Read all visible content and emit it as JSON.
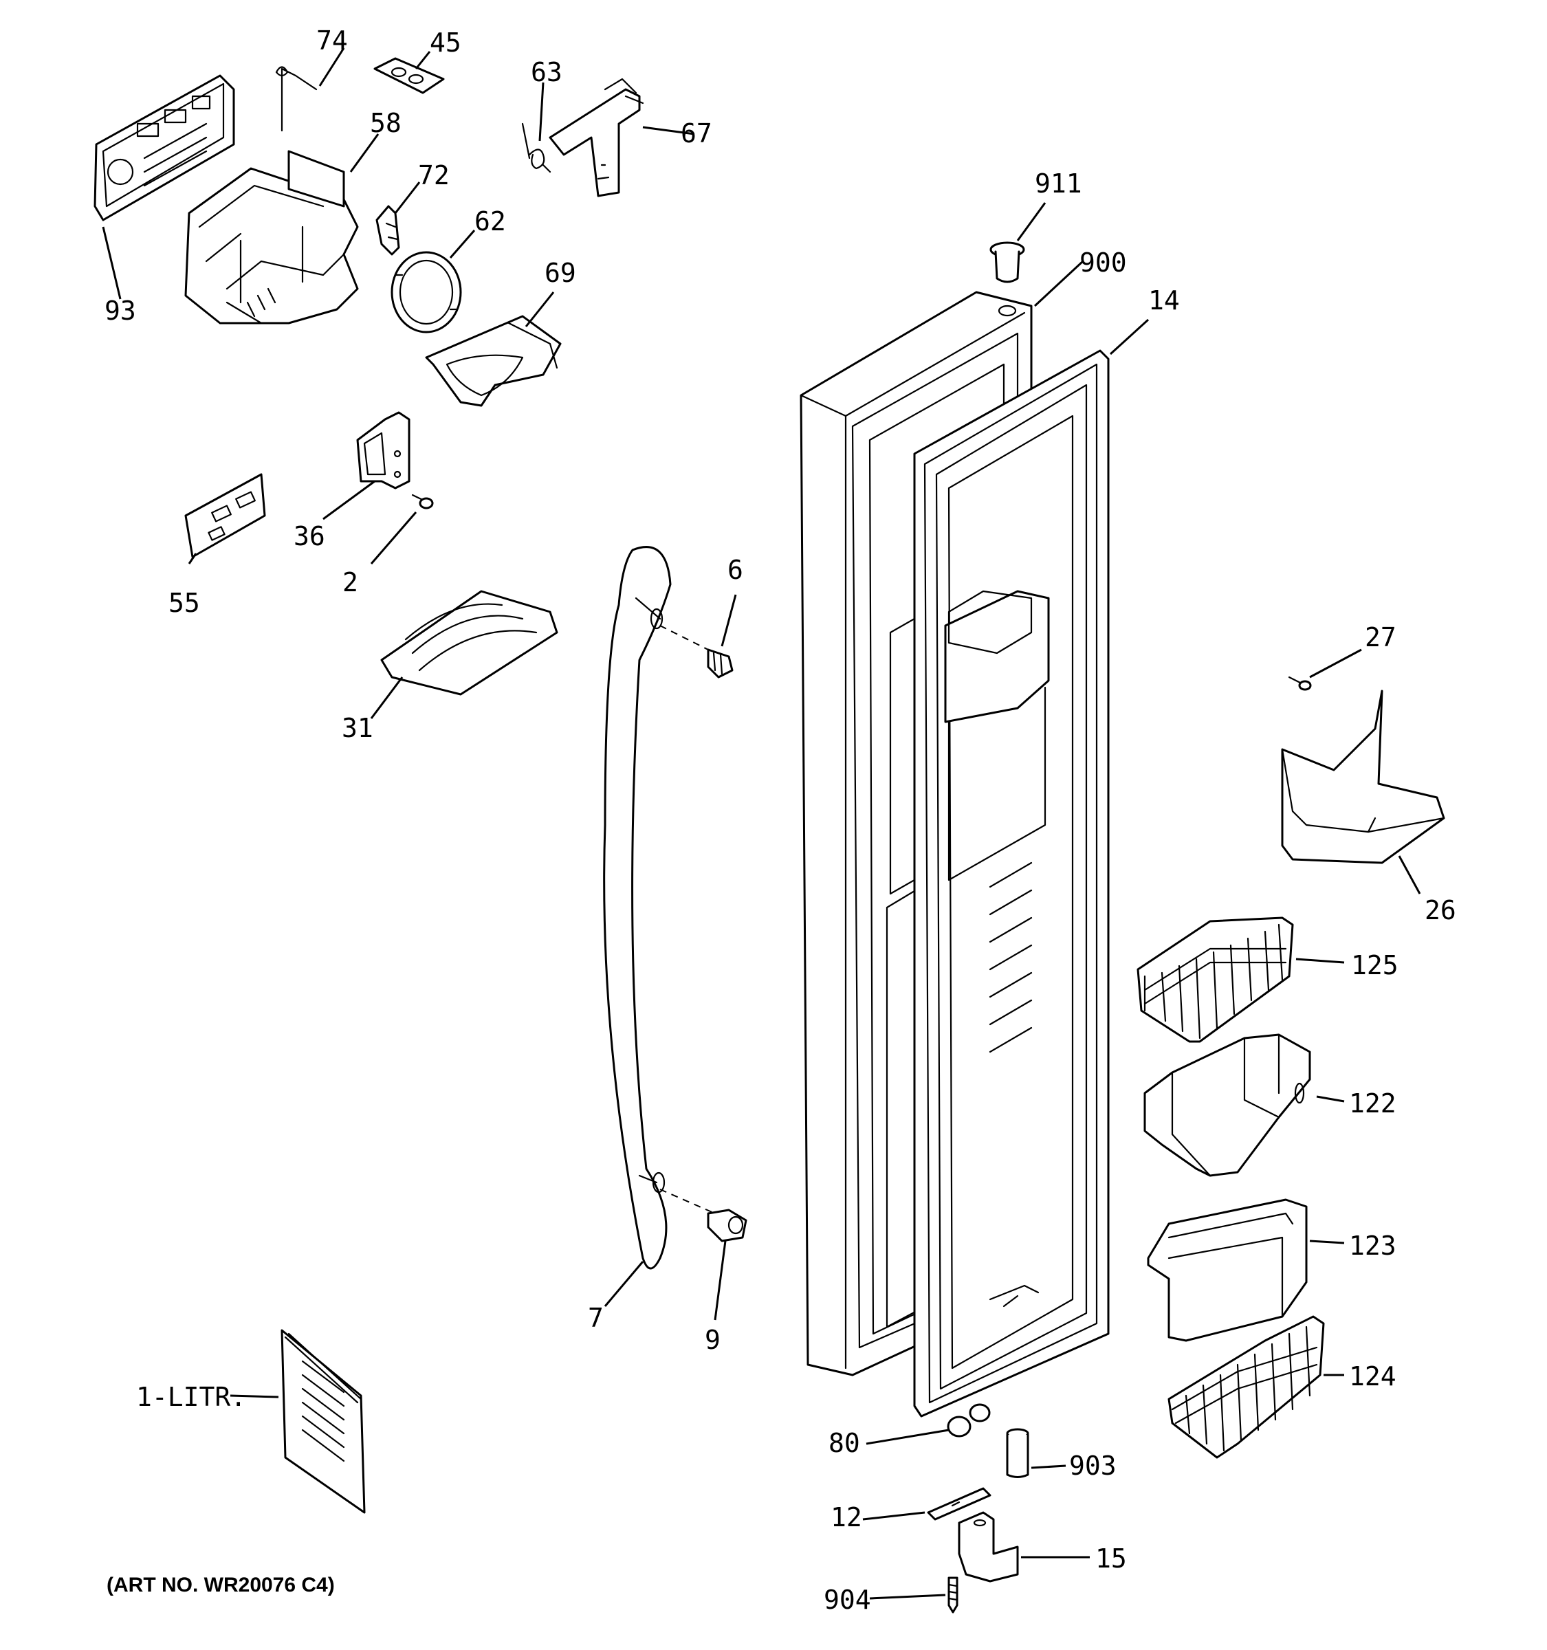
{
  "parts": [
    {
      "key": "p74",
      "label": "74"
    },
    {
      "key": "p45",
      "label": "45"
    },
    {
      "key": "p63",
      "label": "63"
    },
    {
      "key": "p67",
      "label": "67"
    },
    {
      "key": "p58",
      "label": "58"
    },
    {
      "key": "p72",
      "label": "72"
    },
    {
      "key": "p62",
      "label": "62"
    },
    {
      "key": "p69",
      "label": "69"
    },
    {
      "key": "p93",
      "label": "93"
    },
    {
      "key": "p911",
      "label": "911"
    },
    {
      "key": "p900",
      "label": "900"
    },
    {
      "key": "p14",
      "label": "14"
    },
    {
      "key": "p36",
      "label": "36"
    },
    {
      "key": "p2",
      "label": "2"
    },
    {
      "key": "p55",
      "label": "55"
    },
    {
      "key": "p6",
      "label": "6"
    },
    {
      "key": "p31",
      "label": "31"
    },
    {
      "key": "p27",
      "label": "27"
    },
    {
      "key": "p26",
      "label": "26"
    },
    {
      "key": "p125",
      "label": "125"
    },
    {
      "key": "p122",
      "label": "122"
    },
    {
      "key": "p7",
      "label": "7"
    },
    {
      "key": "p9",
      "label": "9"
    },
    {
      "key": "p123",
      "label": "123"
    },
    {
      "key": "p124",
      "label": "124"
    },
    {
      "key": "p1litr",
      "label": "1-LITR."
    },
    {
      "key": "p80",
      "label": "80"
    },
    {
      "key": "p903",
      "label": "903"
    },
    {
      "key": "p12",
      "label": "12"
    },
    {
      "key": "p15",
      "label": "15"
    },
    {
      "key": "p904",
      "label": "904"
    }
  ],
  "art_number": "(ART NO. WR20076 C4)"
}
